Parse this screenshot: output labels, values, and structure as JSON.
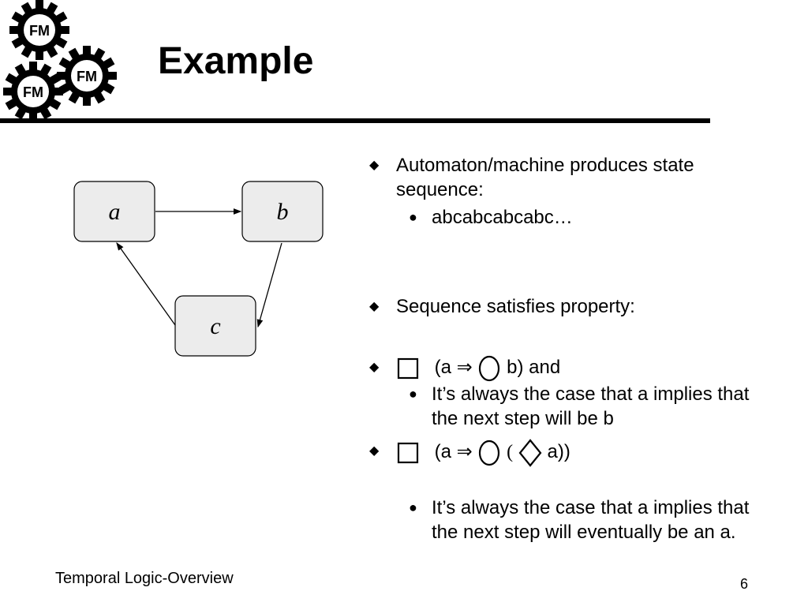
{
  "slide": {
    "title": "Example",
    "logo_text": "FM",
    "footer_title": "Temporal Logic-Overview",
    "page_number": "6"
  },
  "diagram": {
    "states": [
      "a",
      "b",
      "c"
    ],
    "transitions": [
      [
        "a",
        "b"
      ],
      [
        "b",
        "c"
      ],
      [
        "c",
        "a"
      ]
    ]
  },
  "bullets": {
    "b1": "Automaton/machine produces state sequence:",
    "b1_sub": "abcabcabcabc…",
    "b2": "Sequence satisfies property:",
    "f1_open": "(a ⇒",
    "f1_close": "b) and",
    "f1_sub": "It’s always the case that a implies that the next step will be b",
    "f2_open": "(a ⇒",
    "f2_paren": "(",
    "f2_close": "a))",
    "f2_sub": "It’s always the case that a implies that the next step will eventually be an a."
  },
  "icons": {
    "bullet_level1": "diamond",
    "bullet_level2": "dot",
    "always": "square",
    "next": "circle",
    "eventually": "diamond"
  }
}
